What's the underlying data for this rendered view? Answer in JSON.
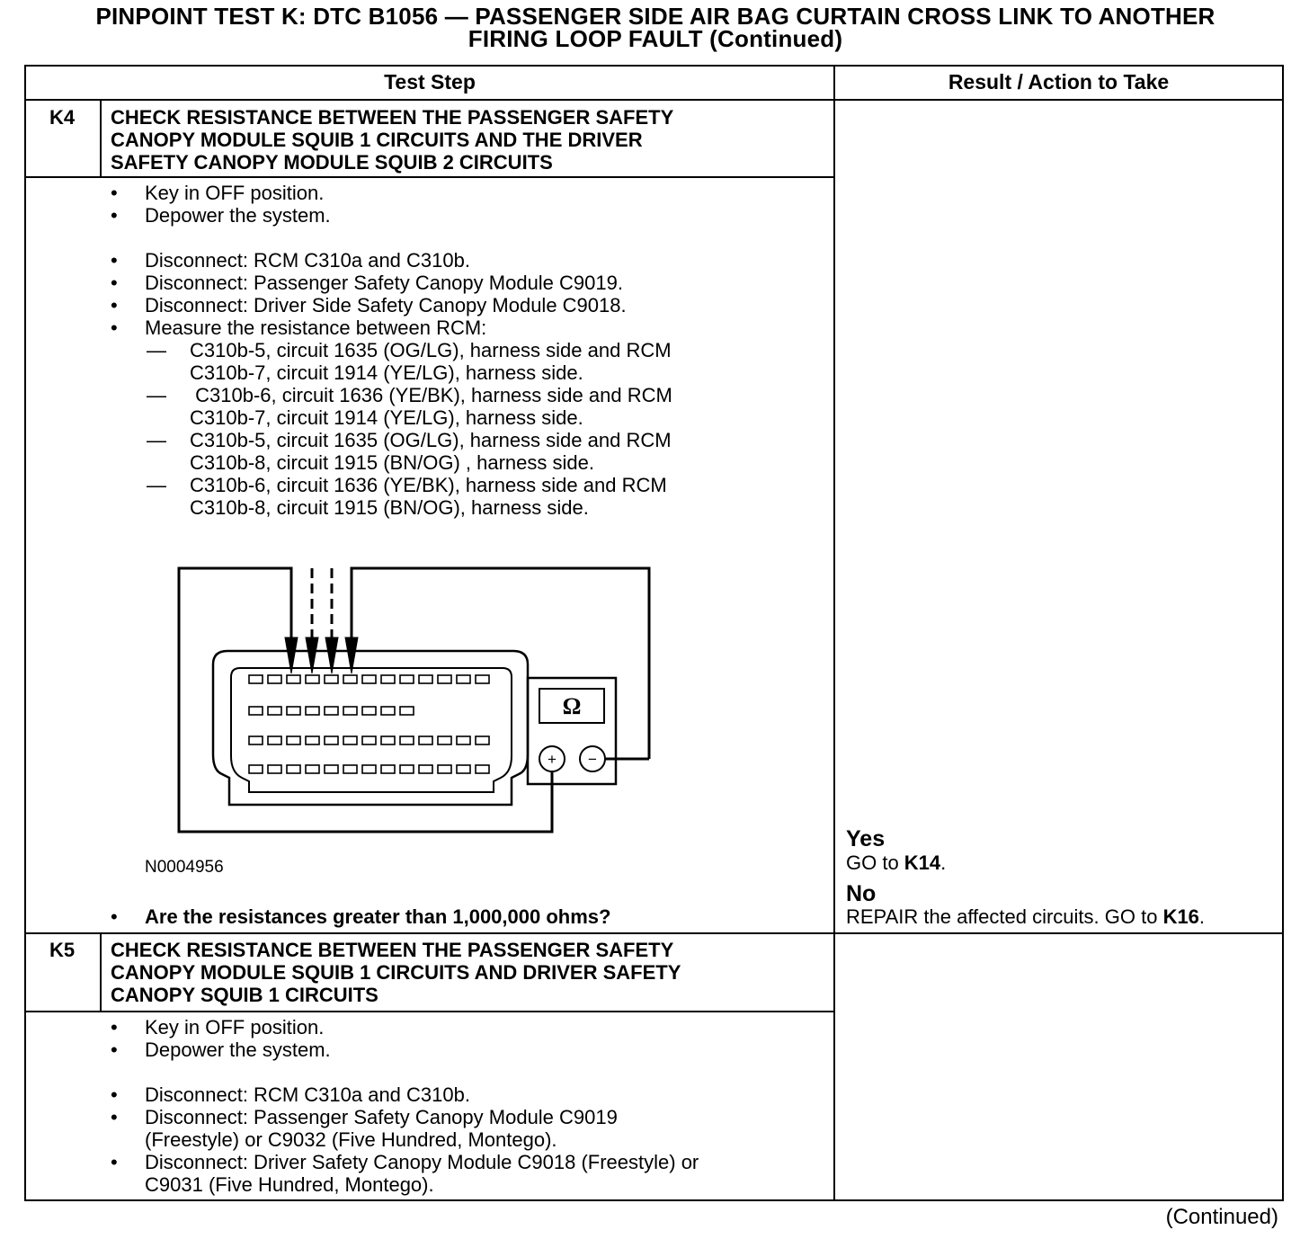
{
  "title": {
    "line1": "PINPOINT TEST  K: DTC B1056 — PASSENGER SIDE AIR BAG CURTAIN CROSS LINK TO ANOTHER",
    "line2": "FIRING LOOP FAULT (Continued)"
  },
  "headers": {
    "test_step": "Test Step",
    "result": "Result / Action to Take"
  },
  "k4": {
    "id": "K4",
    "title": [
      "CHECK RESISTANCE BETWEEN THE PASSENGER SAFETY",
      "CANOPY MODULE SQUIB 1 CIRCUITS AND THE DRIVER",
      "SAFETY CANOPY MODULE SQUIB 2 CIRCUITS"
    ],
    "bullet_glyph": "•",
    "dash_glyph": "—",
    "steps": [
      "Key in OFF position.",
      "Depower the system.",
      "Disconnect: RCM C310a and C310b.",
      "Disconnect: Passenger Safety Canopy Module C9019.",
      "Disconnect: Driver Side Safety Canopy Module C9018.",
      "Measure the resistance between RCM:"
    ],
    "measurements": [
      [
        "C310b-5, circuit 1635 (OG/LG), harness side and RCM",
        "C310b-7, circuit 1914 (YE/LG), harness side."
      ],
      [
        " C310b-6, circuit 1636 (YE/BK), harness side and RCM",
        "C310b-7, circuit 1914 (YE/LG), harness side."
      ],
      [
        "C310b-5, circuit 1635 (OG/LG), harness side and RCM",
        "C310b-8, circuit 1915 (BN/OG) , harness side."
      ],
      [
        "C310b-6, circuit 1636 (YE/BK), harness side and RCM",
        "C310b-8, circuit 1915 (BN/OG), harness side."
      ]
    ],
    "figure_id": "N0004956",
    "meter_symbol": "Ω",
    "meter_plus": "+",
    "meter_minus": "−",
    "question": "Are the resistances greater than 1,000,000 ohms?",
    "yes_label": "Yes",
    "yes_action_prefix": "GO to ",
    "yes_action_target": "K14",
    "yes_action_suffix": ".",
    "no_label": "No",
    "no_action_prefix": "REPAIR the affected circuits. GO to ",
    "no_action_target": "K16",
    "no_action_suffix": "."
  },
  "k5": {
    "id": "K5",
    "title": [
      "CHECK RESISTANCE BETWEEN THE PASSENGER SAFETY",
      "CANOPY MODULE SQUIB 1 CIRCUITS AND DRIVER SAFETY",
      "CANOPY SQUIB 1 CIRCUITS"
    ],
    "steps": [
      "Key in OFF position.",
      "Depower the system.",
      "Disconnect: RCM C310a and C310b.",
      "Disconnect: Passenger Safety Canopy Module C9019",
      "(Freestyle) or C9032 (Five Hundred, Montego).",
      "Disconnect: Driver Safety Canopy Module C9018 (Freestyle) or",
      "C9031 (Five Hundred, Montego)."
    ]
  },
  "footer": {
    "continued": "(Continued)"
  }
}
